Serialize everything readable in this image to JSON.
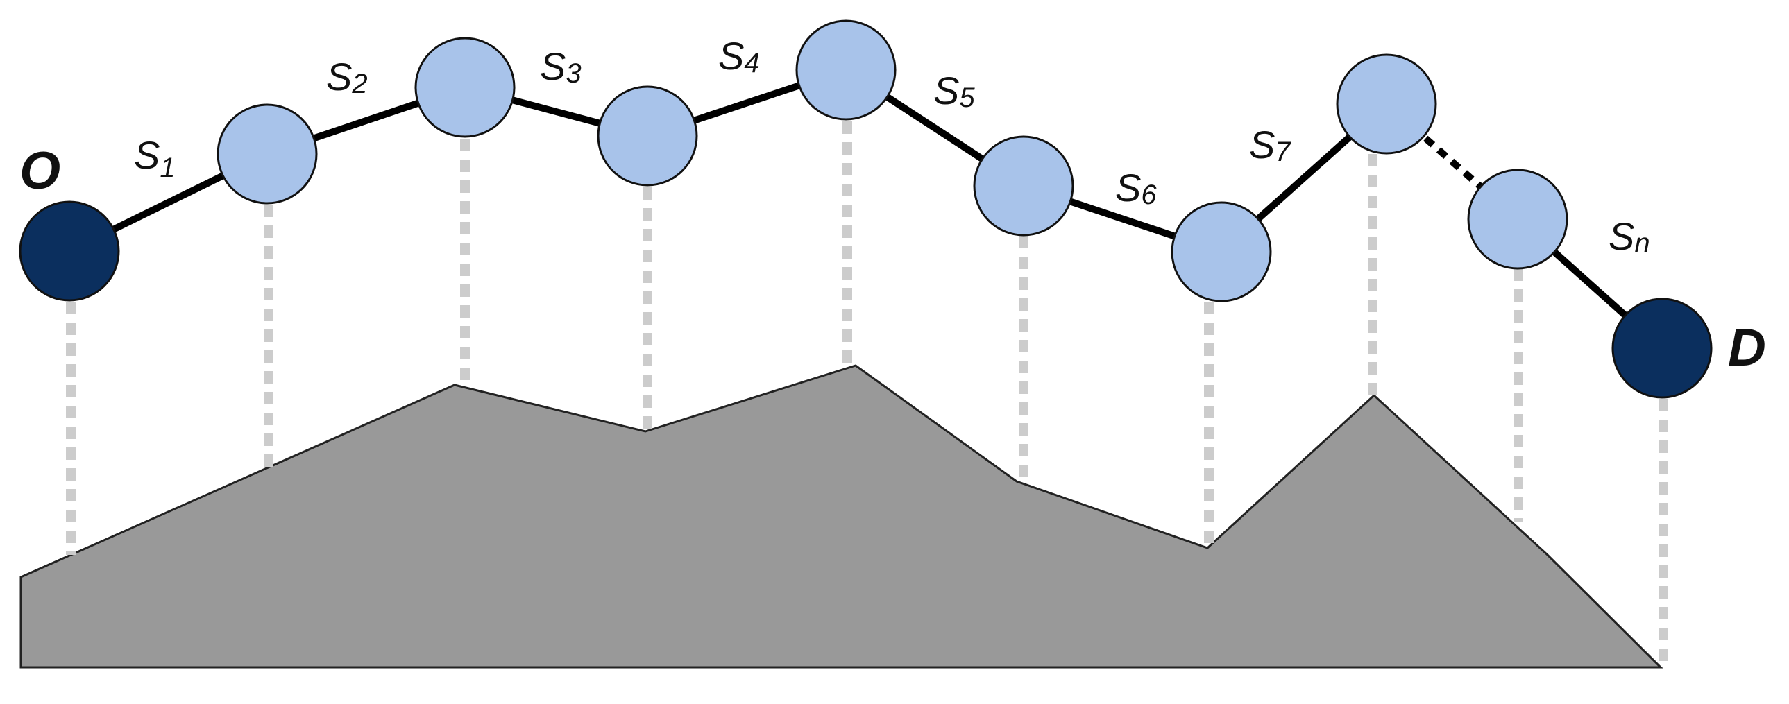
{
  "colors": {
    "background": "#ffffff",
    "terrain_fill": "#999999",
    "terrain_stroke": "#222222",
    "guide_line": "#cccccc",
    "link_line": "#000000",
    "endpoint_fill": "#0b2f5e",
    "waypoint_fill": "#a8c3ea",
    "node_stroke": "#111111"
  },
  "endpoints": {
    "origin": "O",
    "destination": "D"
  },
  "segments": [
    {
      "base": "S",
      "sub": "1"
    },
    {
      "base": "S",
      "sub": "2"
    },
    {
      "base": "S",
      "sub": "3"
    },
    {
      "base": "S",
      "sub": "4"
    },
    {
      "base": "S",
      "sub": "5"
    },
    {
      "base": "S",
      "sub": "6"
    },
    {
      "base": "S",
      "sub": "7"
    },
    {
      "base": "S",
      "sub": "n"
    }
  ]
}
